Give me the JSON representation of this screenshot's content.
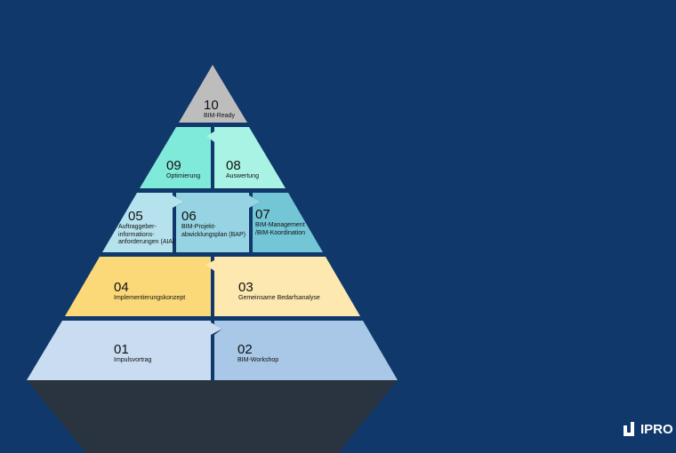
{
  "steps": [
    {
      "number": "10",
      "label": "BIM-Ready",
      "color": "#bdbdbd"
    },
    {
      "number": "09",
      "label": "Optimierung",
      "color": "#7fead9"
    },
    {
      "number": "08",
      "label": "Auswertung",
      "color": "#a9f3e4"
    },
    {
      "number": "05",
      "label": "Auftraggeber-\ninformations-\nanforderungen (AIA)",
      "color": "#b6e2ed"
    },
    {
      "number": "06",
      "label": "BIM-Projekt-\nabwicklungsplan (BAP)",
      "color": "#96d4e3"
    },
    {
      "number": "07",
      "label": "BIM-Management\n/BIM-Koordination",
      "color": "#73c6d6"
    },
    {
      "number": "04",
      "label": "Implementierungskonzept",
      "color": "#fbd878"
    },
    {
      "number": "03",
      "label": "Gemeinsame Bedarfsanalyse",
      "color": "#fde8b0"
    },
    {
      "number": "01",
      "label": "Impulsvortrag",
      "color": "#c9dcf1"
    },
    {
      "number": "02",
      "label": "BIM-Workshop",
      "color": "#a9c8e8"
    }
  ],
  "logo": {
    "text": "IPRO"
  }
}
